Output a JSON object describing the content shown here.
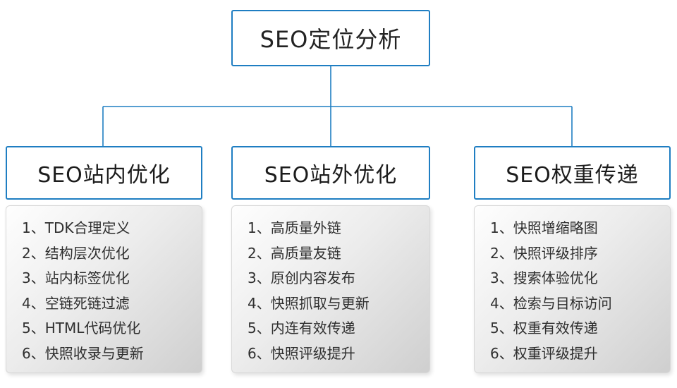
{
  "diagram": {
    "root": {
      "title": "SEO定位分析"
    },
    "columns": [
      {
        "title": "SEO站内优化",
        "items": [
          "1、TDK合理定义",
          "2、结构层次优化",
          "3、站内标签优化",
          "4、空链死链过滤",
          "5、HTML代码优化",
          "6、快照收录与更新"
        ]
      },
      {
        "title": "SEO站外优化",
        "items": [
          "1、高质量外链",
          "2、高质量友链",
          "3、原创内容发布",
          "4、快照抓取与更新",
          "5、内连有效传递",
          "6、快照评级提升"
        ]
      },
      {
        "title": "SEO权重传递",
        "items": [
          "1、快照增缩略图",
          "2、快照评级排序",
          "3、搜索体验优化",
          "4、检索与目标访问",
          "5、权重有效传递",
          "6、权重评级提升"
        ]
      }
    ],
    "colors": {
      "connector_line": "#1f7ec2",
      "box_border": "#1f7ec2",
      "title_text": "#1c1c1c",
      "list_text": "#2f2f2f",
      "list_gradient_start": "#fefefe",
      "list_gradient_end": "#cfcfcf"
    }
  }
}
